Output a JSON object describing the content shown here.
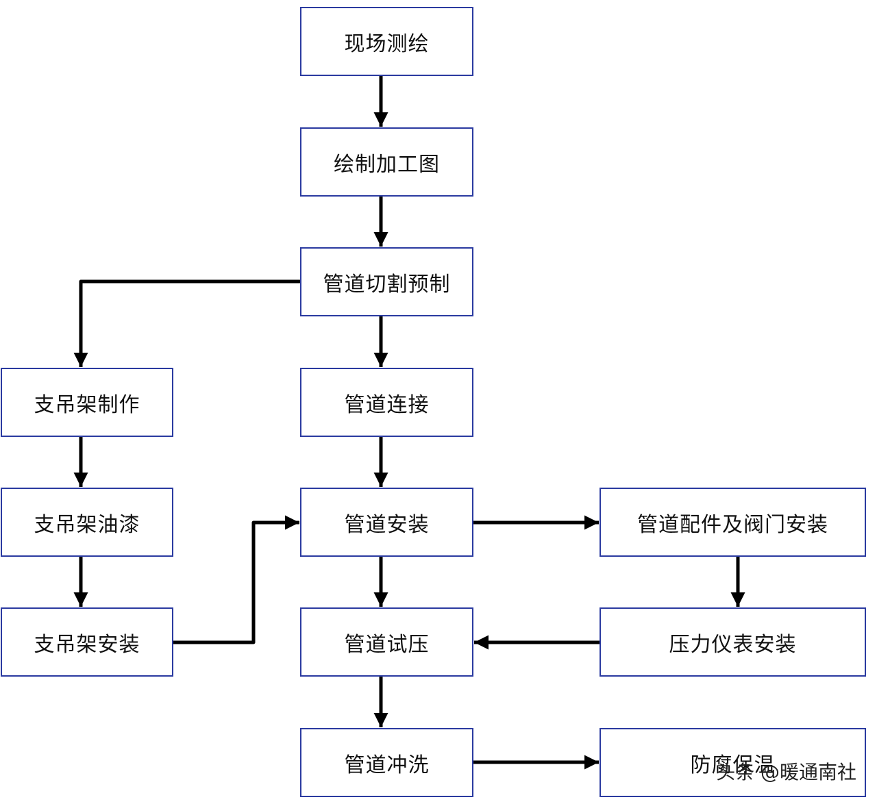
{
  "nodes": {
    "survey": "现场测绘",
    "drawing": "绘制加工图",
    "cutting": "管道切割预制",
    "connection": "管道连接",
    "installation": "管道安装",
    "pressure_test": "管道试压",
    "flushing": "管道冲洗",
    "support_make": "支吊架制作",
    "support_paint": "支吊架油漆",
    "support_install": "支吊架安装",
    "fittings_valves": "管道配件及阀门安装",
    "gauge_install": "压力仪表安装",
    "last_right": "防腐保温"
  },
  "watermark": "头条 @暖通南社",
  "colors": {
    "box_border": "#2a3aa0",
    "arrow": "#000000",
    "text": "#111111"
  }
}
